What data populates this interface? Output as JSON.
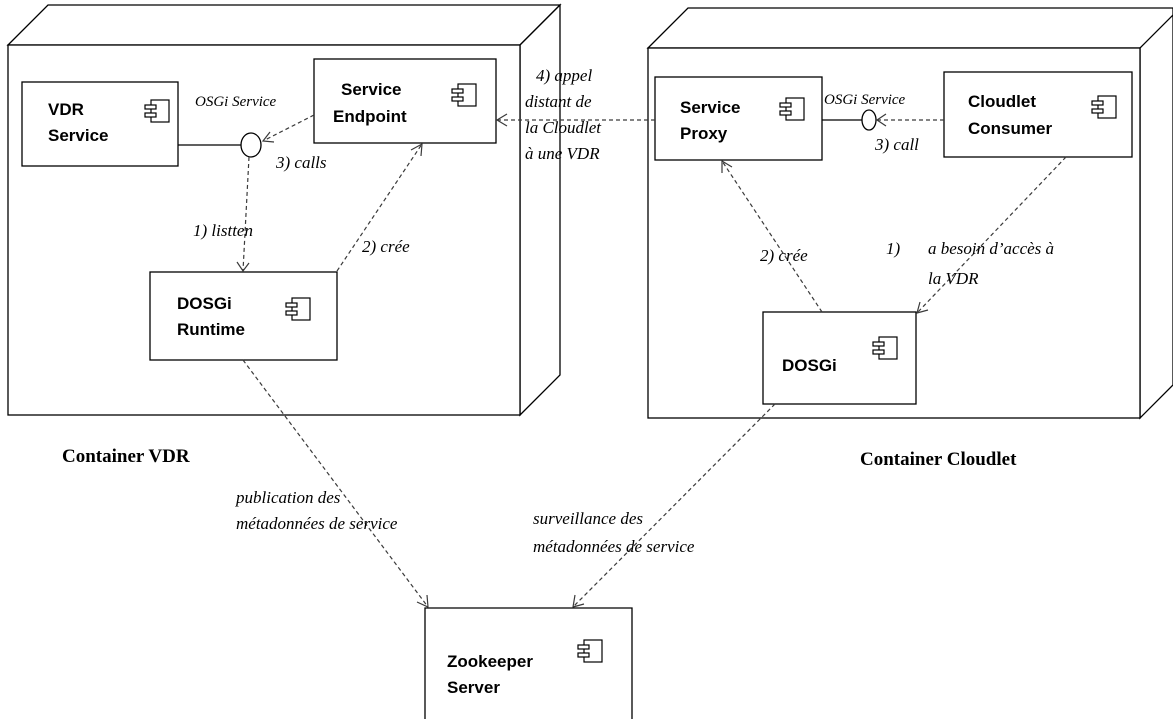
{
  "containers": {
    "vdr": {
      "title": "Container VDR"
    },
    "cloudlet": {
      "title": "Container Cloudlet"
    }
  },
  "components": {
    "vdr_service": {
      "line1": "VDR",
      "line2": "Service"
    },
    "service_endpoint": {
      "line1": "Service",
      "line2": "Endpoint"
    },
    "dosgi_runtime": {
      "line1": "DOSGi",
      "line2": "Runtime"
    },
    "service_proxy": {
      "line1": "Service",
      "line2": "Proxy"
    },
    "cloudlet_consumer": {
      "line1": "Cloudlet",
      "line2": "Consumer"
    },
    "dosgi": {
      "line1": "DOSGi"
    },
    "zookeeper_server": {
      "line1": "Zookeeper",
      "line2": "Server"
    }
  },
  "labels": {
    "osgi_service_left": "OSGi Service",
    "osgi_service_right": "OSGi Service",
    "calls": "3) calls",
    "call": "3) call",
    "listen": "1) listten",
    "cree_left": "2) crée",
    "cree_right": "2) crée",
    "appel": [
      "4) appel",
      "distant de",
      "la Cloudlet",
      "à une VDR"
    ],
    "besoin_num": "1)",
    "besoin": [
      "a besoin d’accès à",
      "la VDR"
    ],
    "publication": [
      "publication des",
      "métadonnées de service"
    ],
    "surveillance": [
      "surveillance des",
      "métadonnées de service"
    ]
  }
}
